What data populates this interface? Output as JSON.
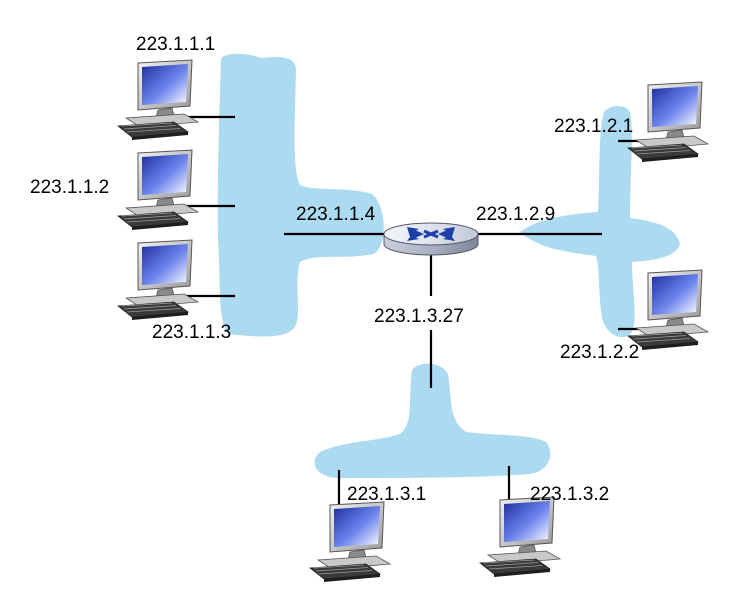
{
  "colors": {
    "subnet_fill": "#acdaf0",
    "link": "#000000",
    "router_body": "#d3d8e3",
    "router_arrows": "#1f3fa8",
    "monitor_screen": "#3f5fe0"
  },
  "icons": {
    "host": "desktop-computer-icon",
    "router": "router-icon"
  },
  "router": {
    "label": "223.1.1.4",
    "label_right": "223.1.2.9",
    "label_bottom": "223.1.3.27"
  },
  "subnet1": {
    "hosts": [
      {
        "label": "223.1.1.1"
      },
      {
        "label": "223.1.1.2"
      },
      {
        "label": "223.1.1.3"
      }
    ]
  },
  "subnet2": {
    "hosts": [
      {
        "label": "223.1.2.1"
      },
      {
        "label": "223.1.2.2"
      }
    ]
  },
  "subnet3": {
    "hosts": [
      {
        "label": "223.1.3.1"
      },
      {
        "label": "223.1.3.2"
      }
    ]
  }
}
